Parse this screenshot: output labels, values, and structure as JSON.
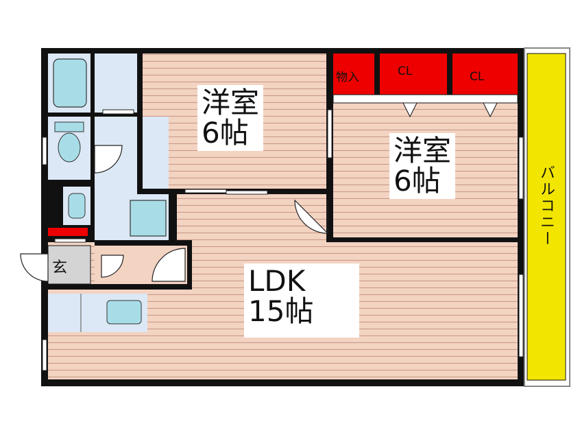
{
  "rooms": {
    "western_room_1": {
      "name": "洋室",
      "size": "6帖"
    },
    "western_room_2": {
      "name": "洋室",
      "size": "6帖"
    },
    "ldk": {
      "name": "LDK",
      "size": "15帖"
    },
    "entrance": {
      "name": "玄"
    },
    "storage": {
      "name": "物入"
    },
    "closet_1": {
      "name": "CL"
    },
    "closet_2": {
      "name": "CL"
    },
    "balcony": {
      "name": "バルコニー"
    }
  },
  "colors": {
    "wall": "#111111",
    "floor_wood": "#f3d3c2",
    "floor_line": "#c89a86",
    "wet_area": "#dce8f5",
    "fixture": "#a8dde8",
    "storage_red": "#ee0000",
    "balcony_yellow": "#f2e600",
    "entrance_gray": "#d4d4d4"
  }
}
